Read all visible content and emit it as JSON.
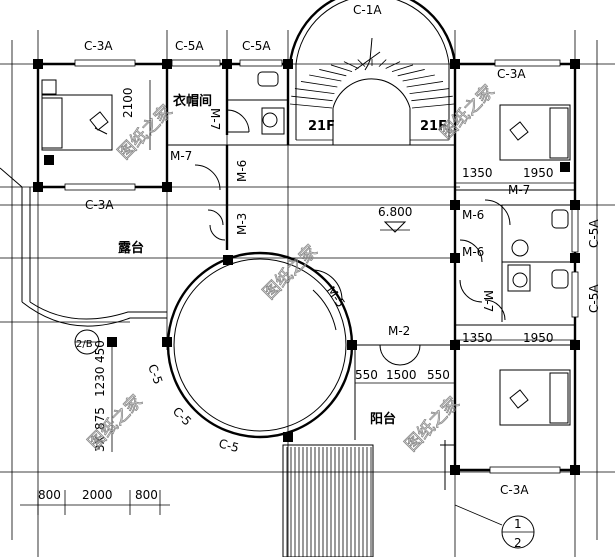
{
  "windows": {
    "c1a": "C-1A",
    "c3a_top": "C-3A",
    "c5a_top_left": "C-5A",
    "c5a_top_right": "C-5A",
    "c3a_right_top": "C-3A",
    "c3a_left_mid": "C-3A",
    "c5a_right_upper": "C-5A",
    "c5a_right_lower": "C-5A",
    "c5_arc_1": "C-5",
    "c5_arc_2": "C-5",
    "c5_arc_3": "C-5",
    "c3a_bottom": "C-3A"
  },
  "doors": {
    "m7_cloak": "M-7",
    "m7_left": "M-7",
    "m6_left": "M-6",
    "m3": "M-3",
    "m5": "M-5",
    "m7_right_top": "M-7",
    "m6_right_a": "M-6",
    "m6_right_b": "M-6",
    "m7_right_side": "M-7",
    "m2": "M-2"
  },
  "rooms": {
    "cloakroom": "衣帽间",
    "terrace": "露台",
    "balcony": "阳台"
  },
  "stairs": {
    "up_left": "21F",
    "up_right": "21F"
  },
  "elevation": "6.800",
  "dimensions": {
    "d2100": "2100",
    "d1350_top": "1350",
    "d1950_top": "1950",
    "d1350_bot": "1350",
    "d1950_bot": "1950",
    "d550_left": "550",
    "d1500": "1500",
    "d550_right": "550",
    "d450": "450",
    "d1230": "1230",
    "d875": "875",
    "d3x": "3X",
    "d800_left": "800",
    "d2000": "2000",
    "d800_right": "800"
  },
  "axis_labels": {
    "a1": "1",
    "a2": "2",
    "a2b": "2/B"
  },
  "watermark": "图纸之家"
}
